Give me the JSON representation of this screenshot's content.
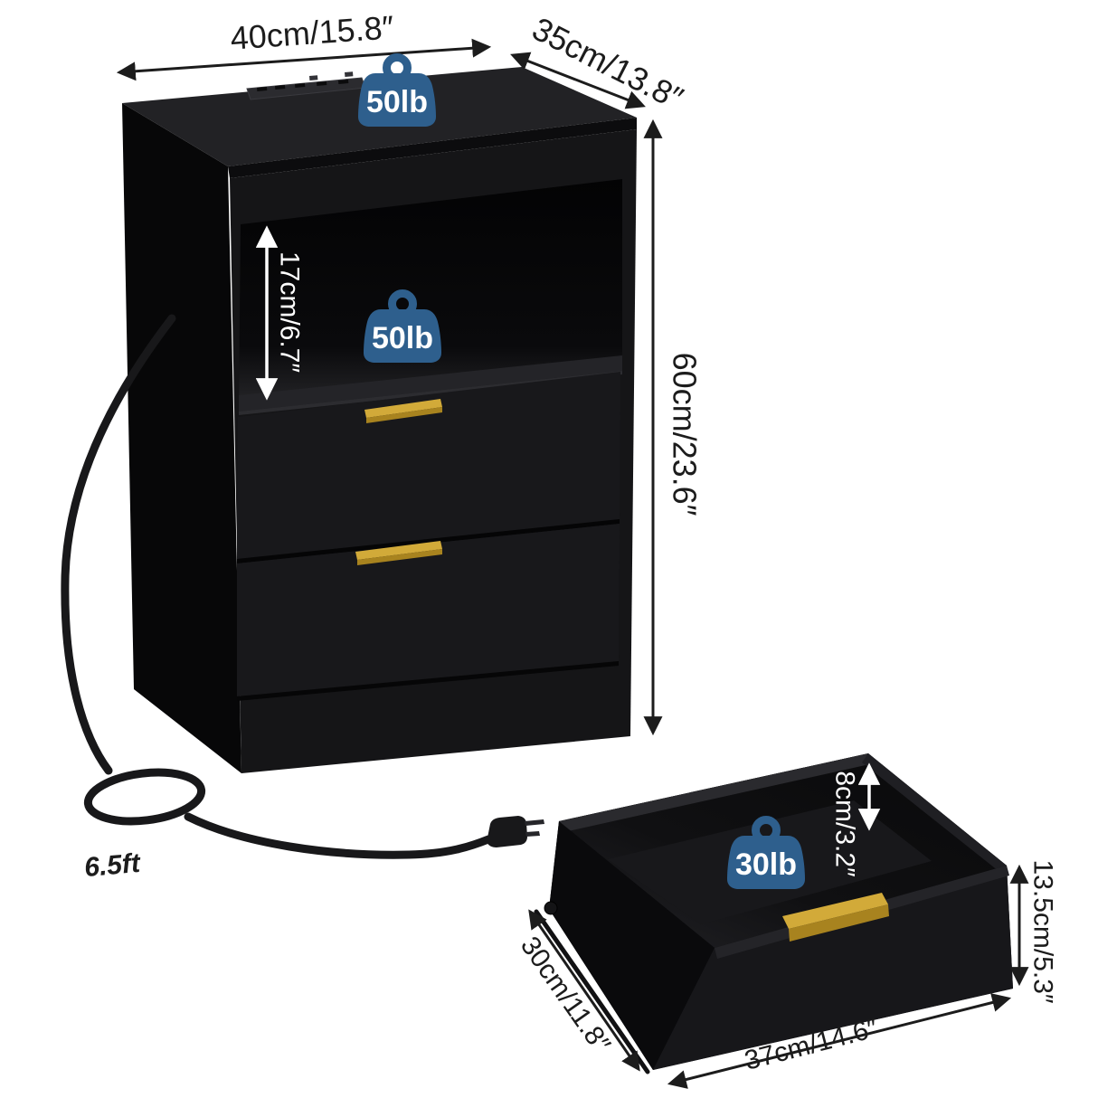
{
  "diagram": {
    "background": "#ffffff",
    "nightstand": {
      "width": "40cm/15.8″",
      "depth": "35cm/13.8″",
      "height": "60cm/23.6″",
      "shelf_height": "17cm/6.7″",
      "top_weight_capacity": "50lb",
      "shelf_weight_capacity": "50lb",
      "cord_length": "6.5ft"
    },
    "drawer": {
      "inner_height": "8cm/3.2″",
      "outer_height": "13.5cm/5.3″",
      "depth": "30cm/11.8″",
      "width": "37cm/14.6″",
      "weight_capacity": "30lb"
    },
    "colors": {
      "badge_blue": "#2e5f8d",
      "handle_gold": "#d2aa39",
      "handle_gold_dark": "#a8831f",
      "annotation_black": "#1c1c1c",
      "annotation_white": "#ffffff",
      "furniture_black": "#141416"
    }
  }
}
